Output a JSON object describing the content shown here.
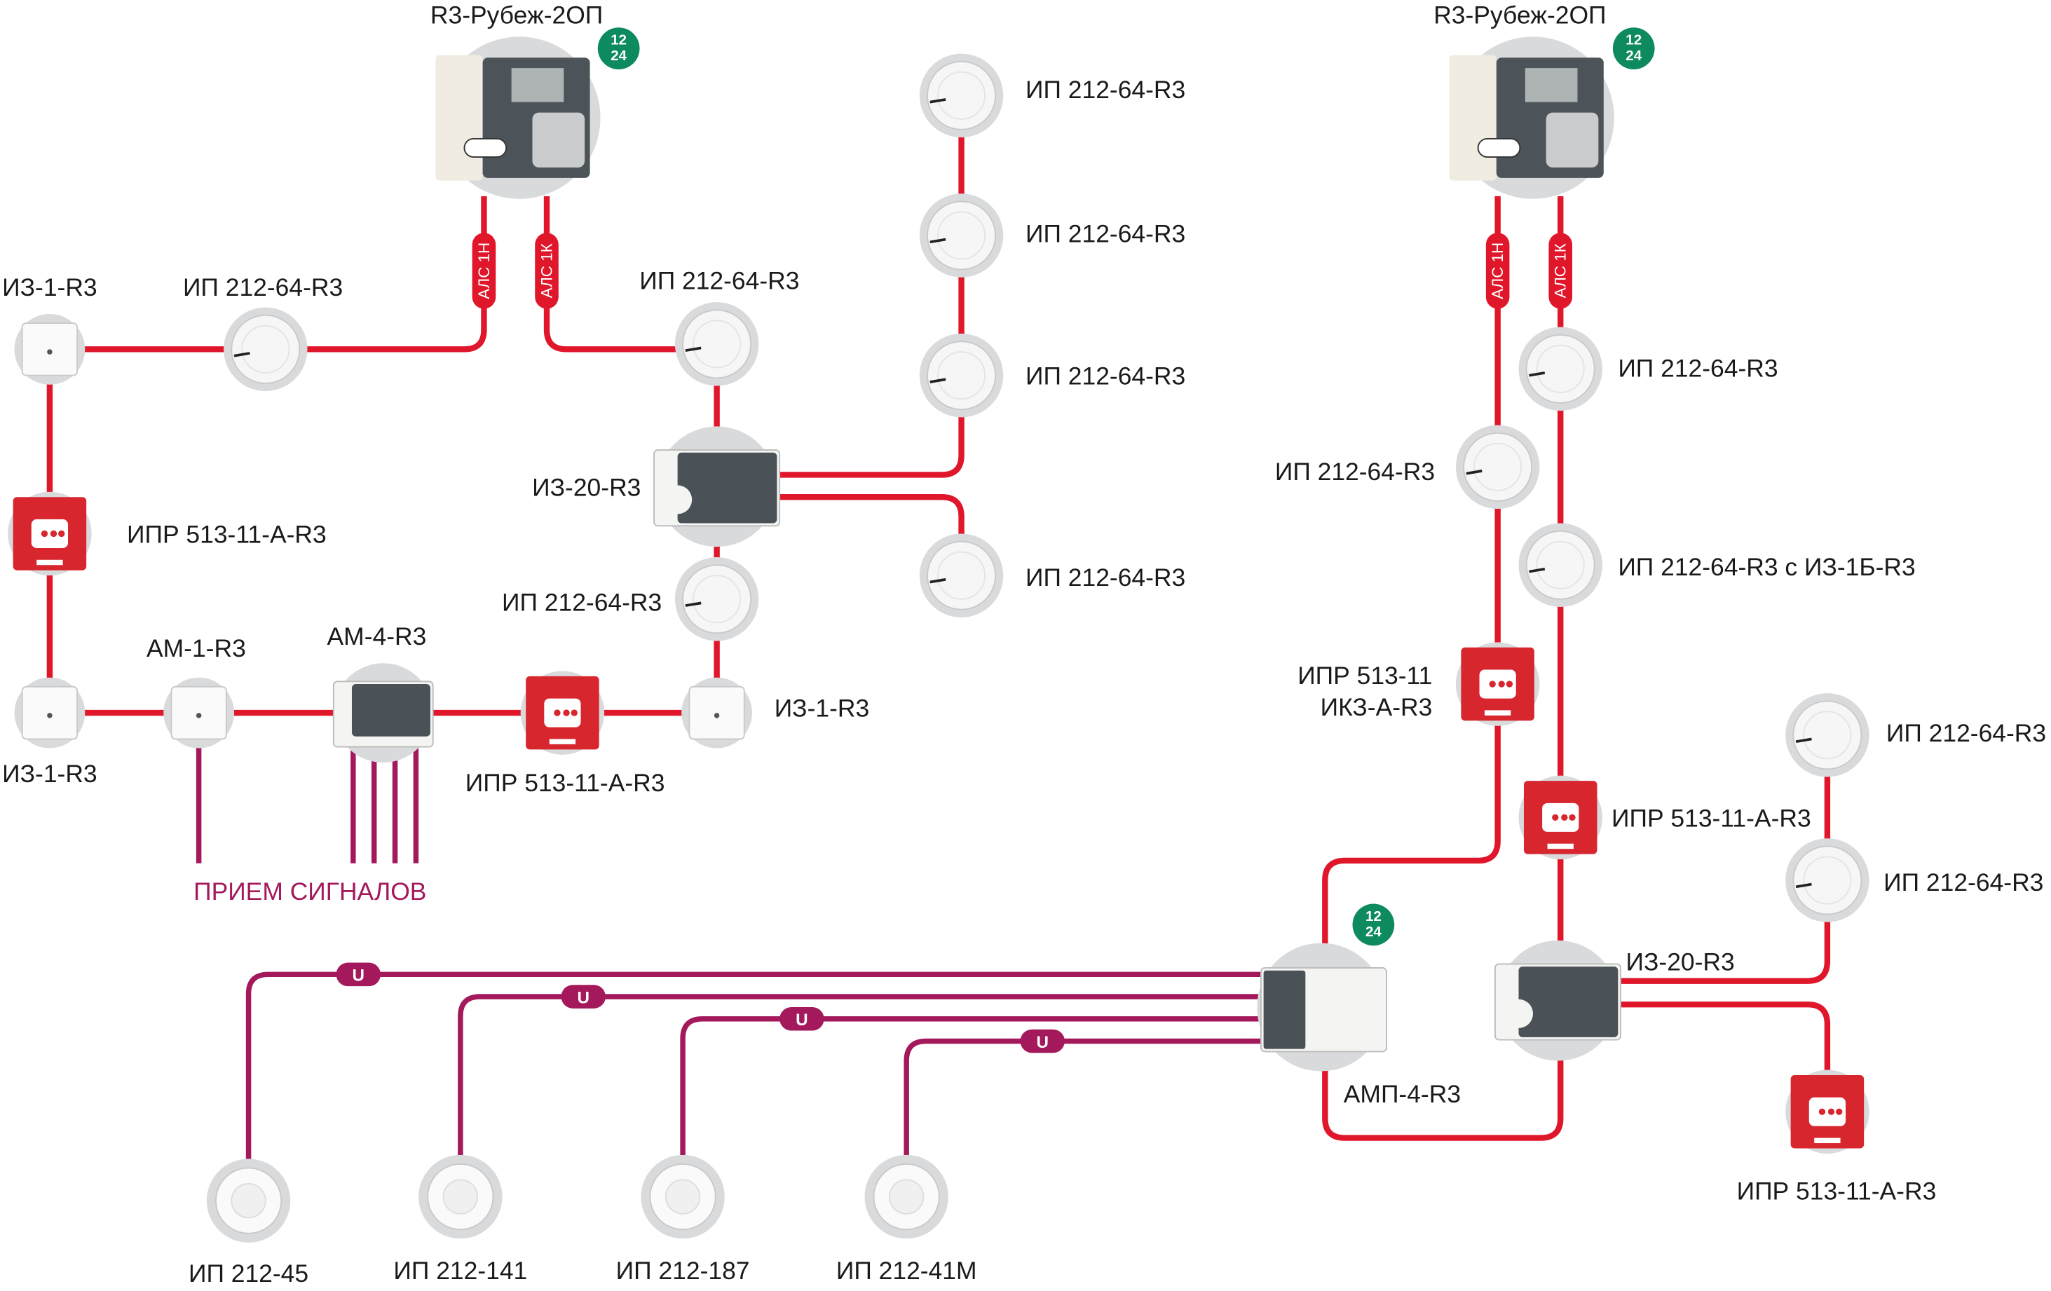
{
  "colors": {
    "loop_line": "#e0162b",
    "signal_line": "#a3195b",
    "power_badge": "#0e8a5f"
  },
  "power_badge": {
    "top": "12",
    "bottom": "24"
  },
  "als": {
    "start": "АЛС 1Н",
    "end": "АЛС 1К"
  },
  "u_label": "U",
  "left": {
    "panel": "R3-Рубеж-2ОП",
    "iz1_top": "ИЗ-1-R3",
    "ip_top": "ИП 212-64-R3",
    "ipr_left": "ИПР 513-11-А-R3",
    "iz1_bottom": "ИЗ-1-R3",
    "am1": "АМ-1-R3",
    "am4": "АМ-4-R3",
    "ipr_bottom": "ИПР 513-11-А-R3",
    "iz1_right": "ИЗ-1-R3",
    "ip_mid": "ИП 212-64-R3",
    "iz20": "ИЗ-20-R3",
    "ip_loop": "ИП 212-64-R3",
    "branch": [
      "ИП 212-64-R3",
      "ИП 212-64-R3",
      "ИП 212-64-R3",
      "ИП 212-64-R3"
    ],
    "signals": "ПРИЕМ СИГНАЛОВ"
  },
  "right": {
    "panel": "R3-Рубеж-2ОП",
    "ip_a": "ИП 212-64-R3",
    "ip_b": "ИП 212-64-R3",
    "ip_c": "ИП 212-64-R3 с ИЗ-1Б-R3",
    "ipr_ikz_1": "ИПР 513-11",
    "ipr_ikz_2": "ИКЗ-А-R3",
    "ipr": "ИПР 513-11-А-R3",
    "iz20": "ИЗ-20-R3",
    "ip_d": "ИП 212-64-R3",
    "ip_e": "ИП 212-64-R3",
    "ipr_branch": "ИПР 513-11-А-R3",
    "amp": "АМП-4-R3"
  },
  "conventional": [
    "ИП 212-45",
    "ИП 212-141",
    "ИП 212-187",
    "ИП 212-41М"
  ]
}
